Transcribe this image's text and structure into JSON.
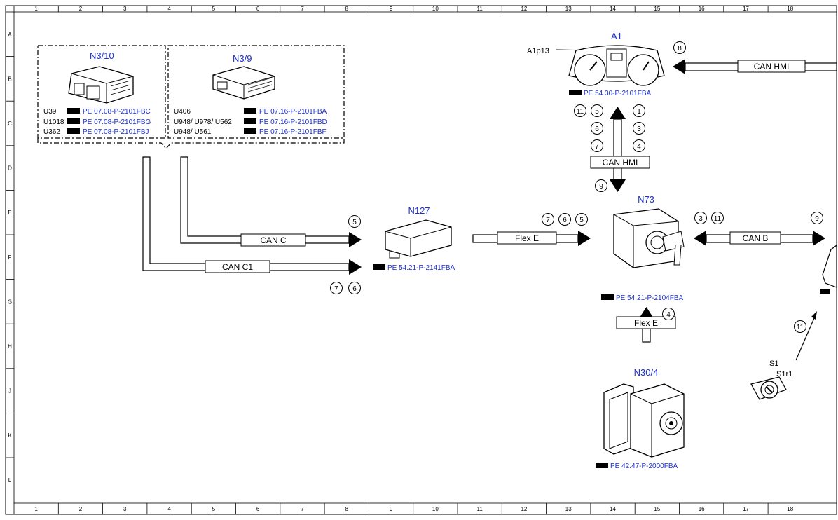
{
  "grid": {
    "columns": [
      "1",
      "2",
      "3",
      "4",
      "5",
      "6",
      "7",
      "8",
      "9",
      "10",
      "11",
      "12",
      "13",
      "14",
      "15",
      "16",
      "17",
      "18"
    ],
    "rows": [
      "A",
      "B",
      "C",
      "D",
      "E",
      "F",
      "G",
      "H",
      "J",
      "K",
      "L"
    ]
  },
  "components": {
    "n3_10": {
      "name": "N3/10",
      "variants": [
        {
          "code": "U39",
          "ref": "PE 07.08-P-2101FBC"
        },
        {
          "code": "U1018",
          "ref": "PE 07.08-P-2101FBG"
        },
        {
          "code": "U362",
          "ref": "PE 07.08-P-2101FBJ"
        }
      ]
    },
    "n3_9": {
      "name": "N3/9",
      "variants": [
        {
          "code": "U406",
          "ref": "PE 07.16-P-2101FBA"
        },
        {
          "code": "U948/ U978/ U562",
          "ref": "PE 07.16-P-2101FBD"
        },
        {
          "code": "U948/ U561",
          "ref": "PE 07.16-P-2101FBF"
        }
      ]
    },
    "a1": {
      "name": "A1",
      "sub": "A1p13",
      "ref": "PE 54.30-P-2101FBA"
    },
    "n127": {
      "name": "N127",
      "ref": "PE 54.21-P-2141FBA"
    },
    "n73": {
      "name": "N73",
      "ref": "PE 54.21-P-2104FBA"
    },
    "n30_4": {
      "name": "N30/4",
      "ref": "PE 42.47-P-2000FBA"
    },
    "s1": {
      "name": "S1",
      "sub": "S1r1"
    }
  },
  "buses": {
    "can_c": "CAN C",
    "can_c1": "CAN C1",
    "flex_e": "Flex E",
    "can_hmi": "CAN HMI",
    "can_b": "CAN B"
  },
  "markers": {
    "m5_canc": "5",
    "m7_canc1": "7",
    "m6_canc1": "6",
    "m7_flexe": "7",
    "m6_flexe": "6",
    "m5_flexe": "5",
    "m8_hmi": "8",
    "m11_a1": "11",
    "m5_a1": "5",
    "m6_a1": "6",
    "m7_a1": "7",
    "m1_a1": "1",
    "m3_a1": "3",
    "m4_a1": "4",
    "m9_a1": "9",
    "m3_canb": "3",
    "m11_canb": "11",
    "m9_canb": "9",
    "m4_n73": "4",
    "m11_s1": "11"
  }
}
